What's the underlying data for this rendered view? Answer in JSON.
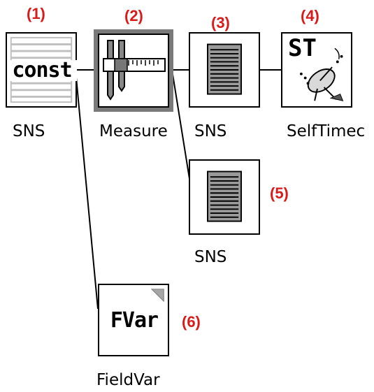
{
  "colors": {
    "number_text": "#d91a1a",
    "node_border": "#000000",
    "selected_border": "#7a7a7a",
    "connector": "#000000"
  },
  "nodes": [
    {
      "number": "(1)",
      "label": "SNS",
      "icon_text": "const",
      "icon": "const-block-icon"
    },
    {
      "number": "(2)",
      "label": "Measure",
      "icon": "caliper-icon",
      "selected": true
    },
    {
      "number": "(3)",
      "label": "SNS",
      "icon": "document-icon"
    },
    {
      "number": "(4)",
      "label": "SelfTimec",
      "icon_text": "ST",
      "icon": "satellite-dish-icon"
    },
    {
      "number": "(5)",
      "label": "SNS",
      "icon": "document-icon"
    },
    {
      "number": "(6)",
      "label": "FieldVar",
      "icon_text": "FVar",
      "icon": "fvar-block-icon"
    }
  ]
}
